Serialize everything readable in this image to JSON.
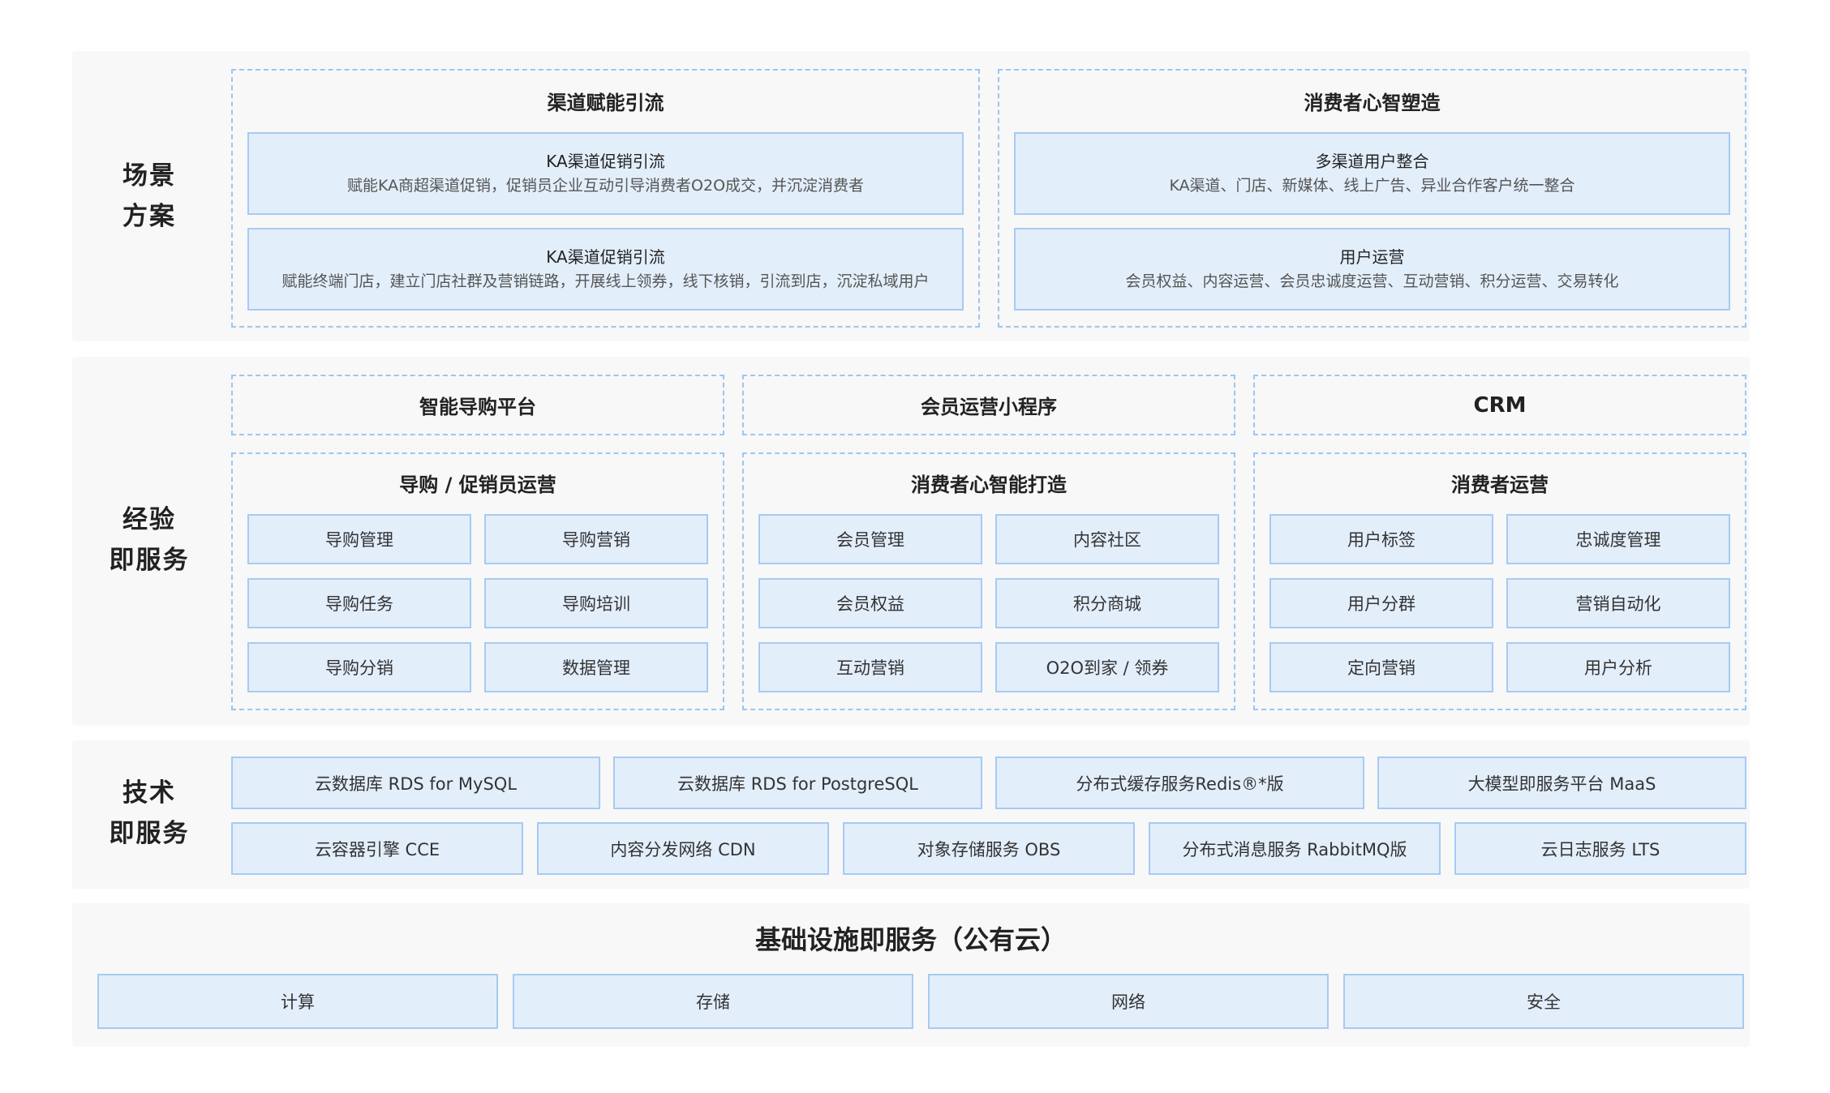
{
  "scenario": {
    "label": "场景\n方案",
    "groups": [
      {
        "title": "渠道赋能引流",
        "items": [
          {
            "title": "KA渠道促销引流",
            "desc": "赋能KA商超渠道促销，促销员企业互动引导消费者O2O成交，并沉淀消费者"
          },
          {
            "title": "KA渠道促销引流",
            "desc": "赋能终端门店，建立门店社群及营销链路，开展线上领券，线下核销，引流到店，沉淀私域用户"
          }
        ]
      },
      {
        "title": "消费者心智塑造",
        "items": [
          {
            "title": "多渠道用户整合",
            "desc": "KA渠道、门店、新媒体、线上广告、异业合作客户统一整合"
          },
          {
            "title": "用户运营",
            "desc": "会员权益、内容运营、会员忠诚度运营、互动营销、积分运营、交易转化"
          }
        ]
      }
    ]
  },
  "experience": {
    "label": "经验\n即服务",
    "platforms": [
      "智能导购平台",
      "会员运营小程序",
      "CRM"
    ],
    "groups": [
      {
        "title": "导购 / 促销员运营",
        "items": [
          "导购管理",
          "导购营销",
          "导购任务",
          "导购培训",
          "导购分销",
          "数据管理"
        ]
      },
      {
        "title": "消费者心智能打造",
        "items": [
          "会员管理",
          "内容社区",
          "会员权益",
          "积分商城",
          "互动营销",
          "O2O到家 / 领券"
        ]
      },
      {
        "title": "消费者运营",
        "items": [
          "用户标签",
          "忠诚度管理",
          "用户分群",
          "营销自动化",
          "定向营销",
          "用户分析"
        ]
      }
    ]
  },
  "tech": {
    "label": "技术\n即服务",
    "row1": [
      "云数据库 RDS for MySQL",
      "云数据库 RDS for PostgreSQL",
      "分布式缓存服务Redis®*版",
      "大模型即服务平台 MaaS"
    ],
    "row2": [
      "云容器引擎 CCE",
      "内容分发网络 CDN",
      "对象存储服务 OBS",
      "分布式消息服务 RabbitMQ版",
      "云日志服务 LTS"
    ]
  },
  "infra": {
    "title": "基础设施即服务（公有云）",
    "items": [
      "计算",
      "存储",
      "网络",
      "安全"
    ]
  },
  "colors": {
    "band_bg": "#f8f8f9",
    "box_fill": "#e3eefb",
    "box_border": "#a6cbf2",
    "dashed_border": "#9cc6f0"
  }
}
